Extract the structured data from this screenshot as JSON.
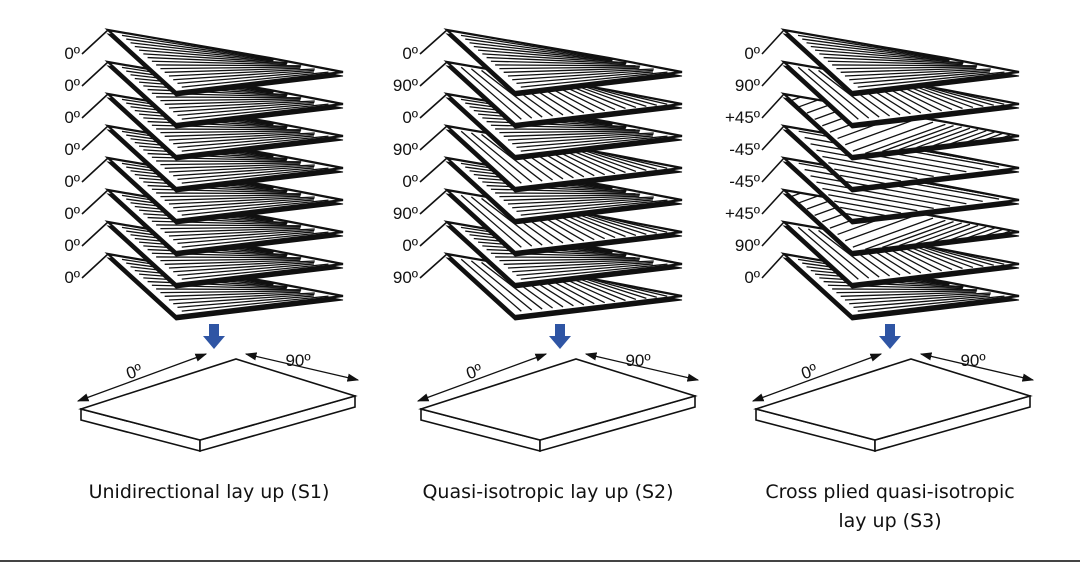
{
  "panels": [
    {
      "id": "s1",
      "plies": [
        "0º",
        "0º",
        "0º",
        "0º",
        "0º",
        "0º",
        "0º",
        "0º"
      ],
      "laminate": {
        "axis_left_label": "0º",
        "axis_right_label": "90º"
      },
      "caption_lines": [
        "Unidirectional lay up (S1)"
      ]
    },
    {
      "id": "s2",
      "plies": [
        "0º",
        "90º",
        "0º",
        "90º",
        "0º",
        "90º",
        "0º",
        "90º"
      ],
      "laminate": {
        "axis_left_label": "0º",
        "axis_right_label": "90º"
      },
      "caption_lines": [
        "Quasi-isotropic lay up (S2)"
      ]
    },
    {
      "id": "s3",
      "plies": [
        "0º",
        "90º",
        "+45º",
        "-45º",
        "-45º",
        "+45º",
        "90º",
        "0º"
      ],
      "laminate": {
        "axis_left_label": "0º",
        "axis_right_label": "90º"
      },
      "caption_lines": [
        "Cross plied quasi-isotropic",
        "lay up (S3)"
      ]
    }
  ],
  "colors": {
    "arrow": "#2f55a4",
    "stroke": "#111111",
    "fill": "#ffffff"
  }
}
